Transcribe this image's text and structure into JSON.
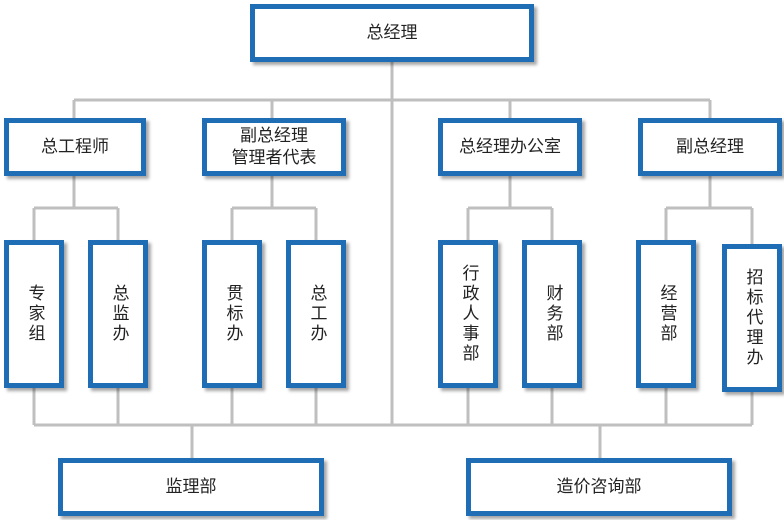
{
  "root": "总经理",
  "level2": [
    "总工程师",
    "副总经理\n管理者代表",
    "总经理办公室",
    "副总经理"
  ],
  "level3": [
    "专家组",
    "总监办",
    "贯标办",
    "总工办",
    "行政人事部",
    "财务部",
    "经营部",
    "招标代理办"
  ],
  "bottom": [
    "监理部",
    "造价咨询部"
  ],
  "colors": {
    "border": "#1f6db5",
    "connector": "#bfbfbf",
    "text": "#222222"
  }
}
